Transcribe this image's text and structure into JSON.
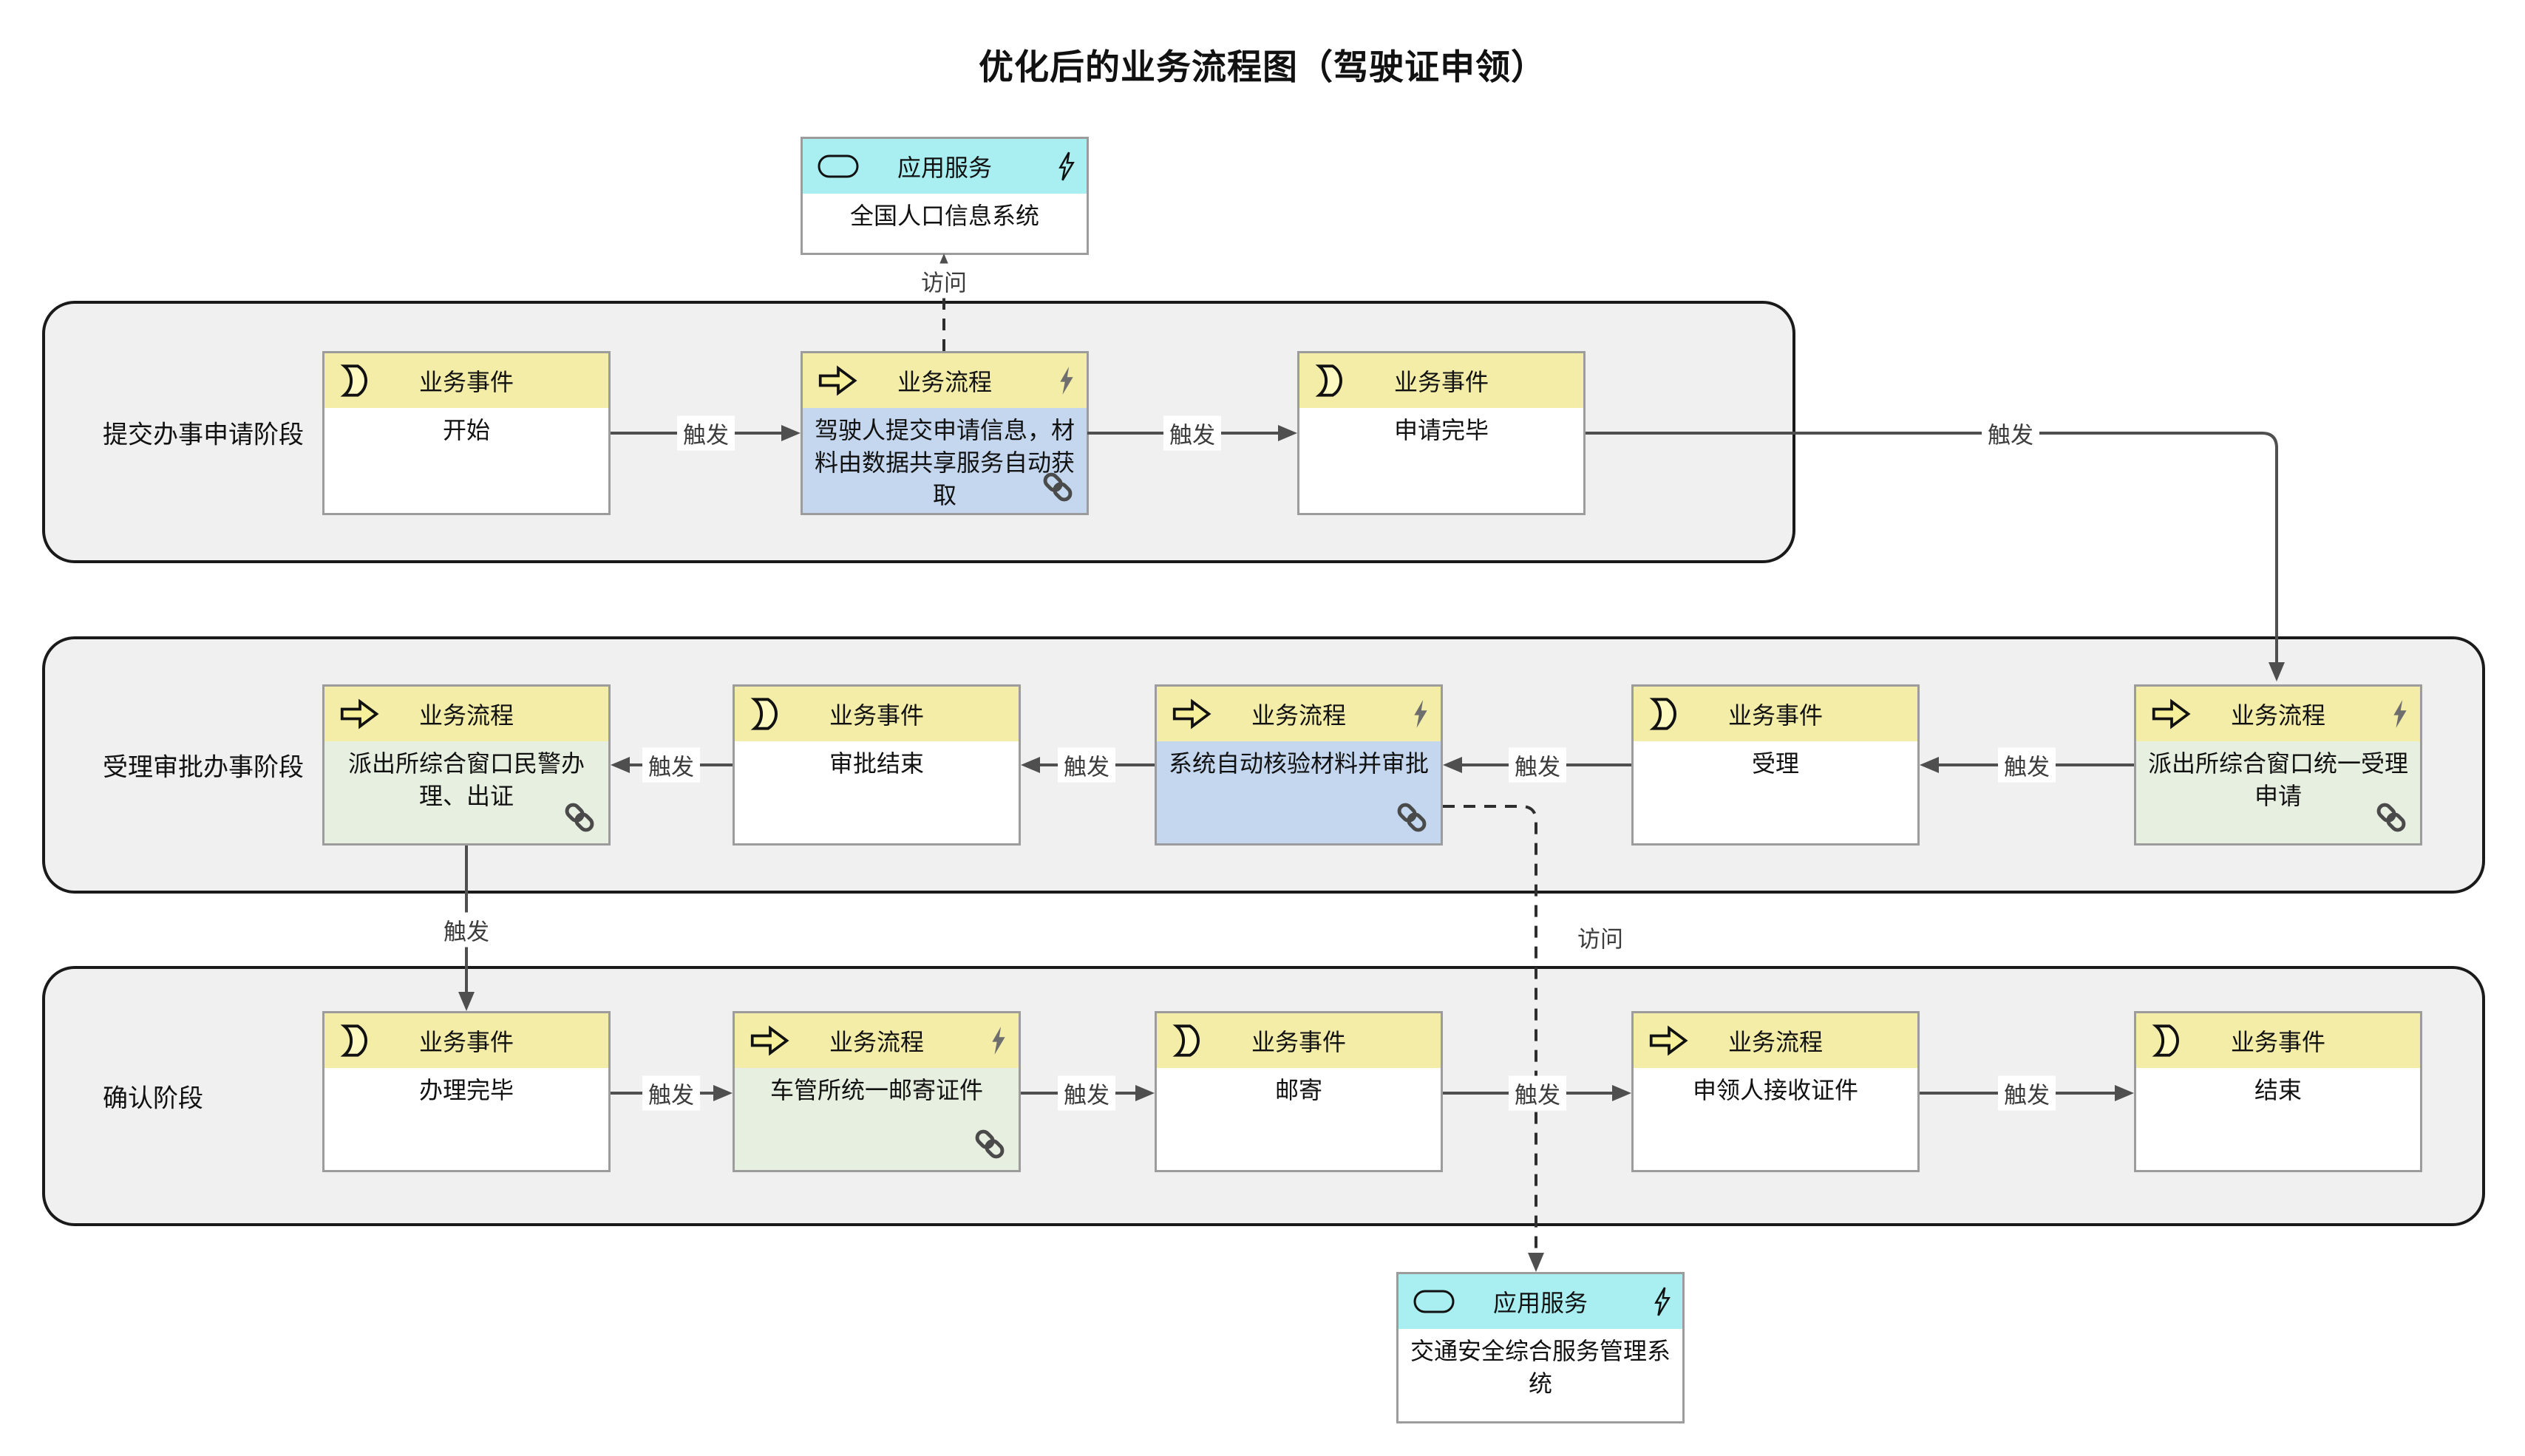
{
  "title": "优化后的业务流程图（驾驶证申领）",
  "type_labels": {
    "event": "业务事件",
    "process": "业务流程",
    "service": "应用服务"
  },
  "edge_labels": {
    "trigger": "触发",
    "access": "访问"
  },
  "services": {
    "top": {
      "name": "全国人口信息系统"
    },
    "bottom": {
      "name": "交通安全综合服务管理系统"
    }
  },
  "lanes": [
    {
      "label": "提交办事申请阶段",
      "boxes": [
        {
          "kind": "event",
          "name": "开始"
        },
        {
          "kind": "process",
          "name": "驾驶人提交申请信息，材料由数据共享服务自动获取"
        },
        {
          "kind": "event",
          "name": "申请完毕"
        }
      ]
    },
    {
      "label": "受理审批办事阶段",
      "boxes": [
        {
          "kind": "process",
          "name": "派出所综合窗口民警办理、出证"
        },
        {
          "kind": "event",
          "name": "审批结束"
        },
        {
          "kind": "process",
          "name": "系统自动核验材料并审批"
        },
        {
          "kind": "event",
          "name": "受理"
        },
        {
          "kind": "process",
          "name": "派出所综合窗口统一受理申请"
        }
      ]
    },
    {
      "label": "确认阶段",
      "boxes": [
        {
          "kind": "event",
          "name": "办理完毕"
        },
        {
          "kind": "process",
          "name": "车管所统一邮寄证件"
        },
        {
          "kind": "event",
          "name": "邮寄"
        },
        {
          "kind": "process",
          "name": "申领人接收证件"
        },
        {
          "kind": "event",
          "name": "结束"
        }
      ]
    }
  ],
  "icons": {
    "event": "crescent-event-icon",
    "process": "arrow-process-icon",
    "service": "stadium-service-icon",
    "automated": "lightning-icon",
    "linked": "link-icon"
  },
  "colors": {
    "header-yellow": "#F3EDA8",
    "header-cyan": "#A9EFF1",
    "body-blue": "#C4D7EE",
    "body-green": "#E7EFE0",
    "lane-fill": "#F0F0F0",
    "lane-border": "#1A1A1A",
    "node-border": "#9C9C9C",
    "line-color": "#4F4F4F",
    "dash-color": "#2E2E2E",
    "label-color": "#3C3C3C",
    "icon-yellow": "#FBF6AE",
    "bolt-gray": "#6E6E6E",
    "link-gray": "#4A4A4A"
  }
}
